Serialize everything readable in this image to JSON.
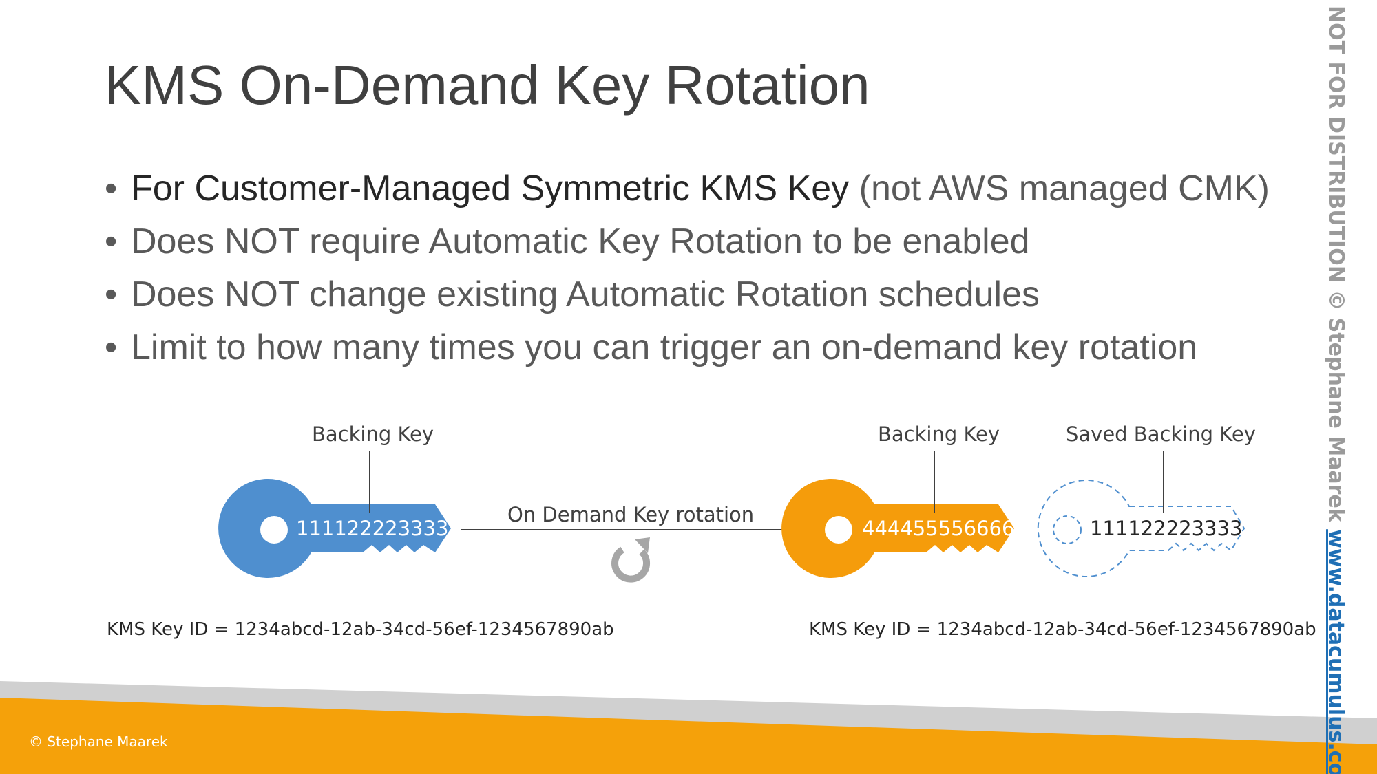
{
  "slide": {
    "title": "KMS On-Demand Key Rotation",
    "bullets": [
      {
        "strong": "For Customer-Managed Symmetric KMS Key",
        "text": " (not AWS managed CMK)"
      },
      {
        "strong": "",
        "text": "Does NOT require Automatic Key Rotation to be enabled"
      },
      {
        "strong": "",
        "text": "Does NOT change existing Automatic Rotation schedules"
      },
      {
        "strong": "",
        "text": "Limit to how many times you can trigger an on-demand key rotation"
      }
    ],
    "bullet_glyph": "•"
  },
  "diagram": {
    "left_key": {
      "label": "Backing Key",
      "value": "111122223333",
      "color": "#4f8fcf"
    },
    "arrow_label": "On Demand Key rotation",
    "rotate_icon": "refresh-icon",
    "right_key": {
      "label": "Backing Key",
      "value": "444455556666",
      "color": "#f59c0b"
    },
    "saved_key": {
      "label": "Saved Backing Key",
      "value": "111122223333",
      "color": "#4f8fcf"
    },
    "left_key_id": "KMS Key ID = 1234abcd-12ab-34cd-56ef-1234567890ab",
    "right_key_id": "KMS Key ID = 1234abcd-12ab-34cd-56ef-1234567890ab"
  },
  "watermark": {
    "text": "NOT FOR DISTRIBUTION © Stephane Maarek ",
    "site": "www.datacumulus.com"
  },
  "footer": {
    "copyright": "© Stephane Maarek",
    "band_color": "#f5a10a",
    "stripe_color": "#d0d0d0"
  }
}
